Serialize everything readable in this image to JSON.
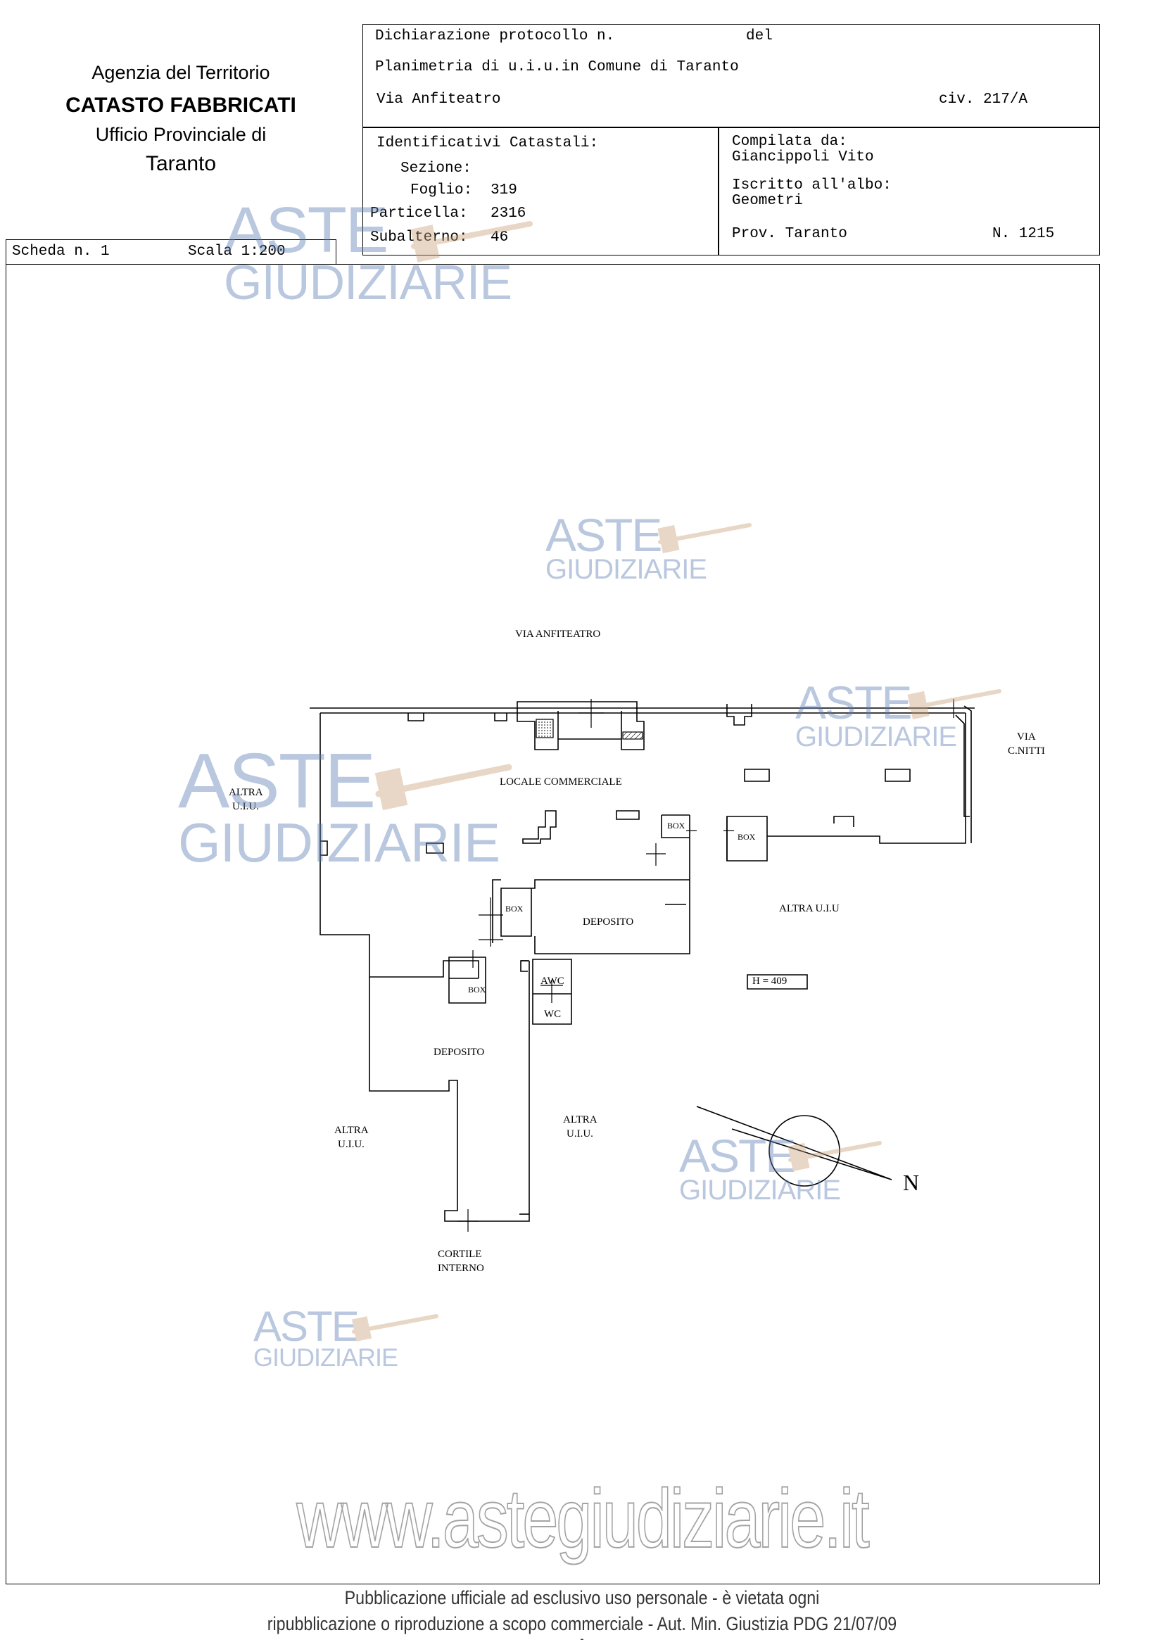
{
  "agency": {
    "line1": "Agenzia del Territorio",
    "line2": "CATASTO FABBRICATI",
    "line3": "Ufficio Provinciale di",
    "line4": "Taranto"
  },
  "header": {
    "protocol_label": "Dichiarazione protocollo n.",
    "del_label": "del",
    "planimetry": "Planimetria di u.i.u.in Comune di Taranto",
    "street": "Via Anfiteatro",
    "civic": "civ. 217/A"
  },
  "identifiers": {
    "title": "Identificativi Catastali:",
    "sezione_label": "Sezione:",
    "sezione_value": "",
    "foglio_label": "Foglio:",
    "foglio_value": "319",
    "particella_label": "Particella:",
    "particella_value": "2316",
    "subalterno_label": "Subalterno:",
    "subalterno_value": "46"
  },
  "compiler": {
    "title": "Compilata da:",
    "name": "Giancippoli Vito",
    "albo_label": "Iscritto all'albo:",
    "albo_value": "Geometri",
    "prov": "Prov. Taranto",
    "number": "N.  1215"
  },
  "sheet": {
    "scheda": "Scheda n. 1",
    "scala": "Scala 1:200"
  },
  "plan": {
    "via_anfiteatro": "VIA  ANFITEATRO",
    "via_nitti_1": "VIA",
    "via_nitti_2": "C.NITTI",
    "altra_left_1": "ALTRA",
    "altra_left_2": "U.I.U.",
    "locale": "LOCALE COMMERCIALE",
    "box1": "BOX",
    "box2": "BOX",
    "box3": "BOX",
    "box4": "BOX",
    "deposito1": "DEPOSITO",
    "deposito2": "DEPOSITO",
    "altra_right": "ALTRA U.I.U",
    "awc": "AWC",
    "wc": "WC",
    "height": "H = 409",
    "altra_bl_1": "ALTRA",
    "altra_bl_2": "U.I.U.",
    "altra_bc_1": "ALTRA",
    "altra_bc_2": "U.I.U.",
    "cortile_1": "CORTILE",
    "cortile_2": "INTERNO",
    "north": "N"
  },
  "watermark": {
    "w1": "ASTE",
    "w2": "GIUDIZIARIE",
    "url": "www.astegiudiziarie.it"
  },
  "footer": {
    "line1": "Pubblicazione ufficiale ad esclusivo uso personale - è vietata ogni",
    "line2": "ripubblicazione o riproduzione a scopo commerciale - Aut. Min. Giustizia PDG 21/07/09",
    "line3": "-"
  },
  "colors": {
    "watermark": "#5a7bb4",
    "gavel": "#c9a27a"
  }
}
